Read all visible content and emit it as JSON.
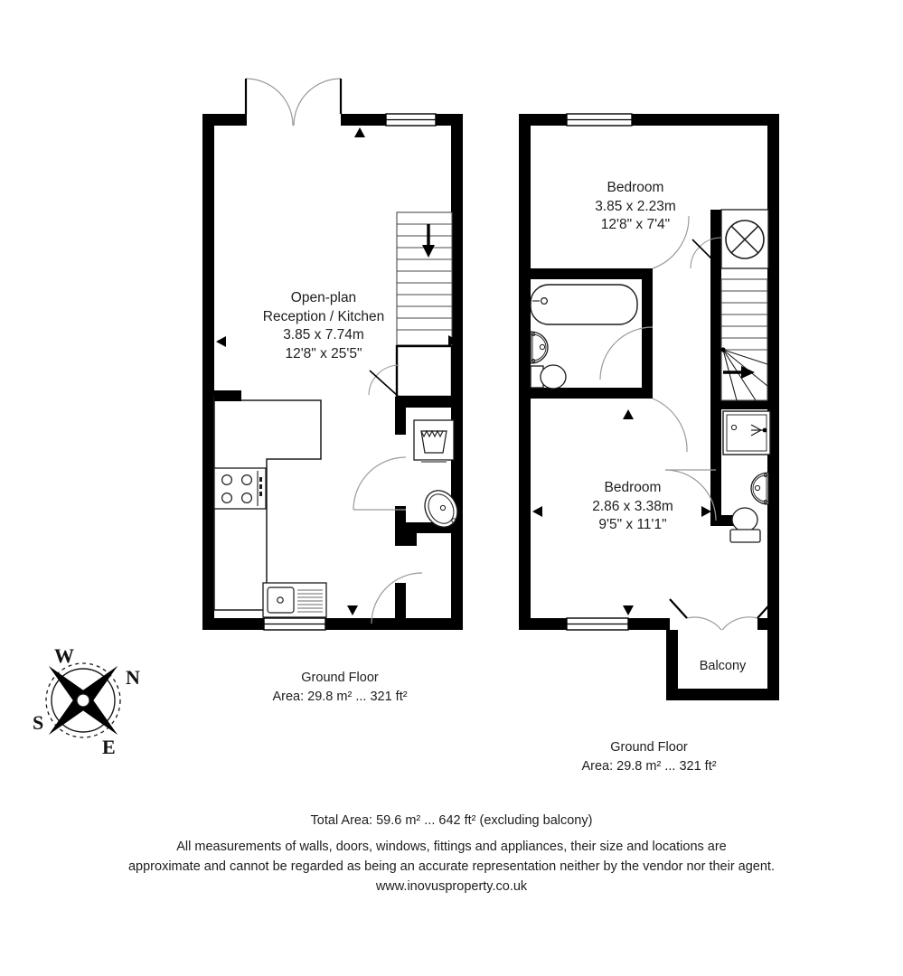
{
  "document": {
    "type": "floor-plan",
    "provider_url": "www.inovusproperty.co.uk"
  },
  "plans": [
    {
      "id": "left-plan",
      "floor_label": "Ground Floor",
      "area_label": "Area: 29.8 m² ... 321 ft²",
      "rooms": [
        {
          "key": "open-plan-reception-kitchen",
          "name": "Open-plan",
          "name2": "Reception / Kitchen",
          "dim_metric": "3.85 x 7.74m",
          "dim_imperial": "12'8\" x 25'5\""
        }
      ],
      "fixtures": [
        "hob",
        "worktop",
        "sink",
        "washing-machine",
        "wc-basin",
        "staircase-down"
      ]
    },
    {
      "id": "right-plan",
      "floor_label": "Ground Floor",
      "area_label": "Area: 29.8 m² ... 321 ft²",
      "rooms": [
        {
          "key": "bedroom-1",
          "name": "Bedroom",
          "dim_metric": "3.85 x 2.23m",
          "dim_imperial": "12'8\" x 7'4\""
        },
        {
          "key": "bedroom-2",
          "name": "Bedroom",
          "dim_metric": "2.86 x 3.38m",
          "dim_imperial": "9'5\" x 11'1\""
        },
        {
          "key": "balcony",
          "name": "Balcony"
        }
      ],
      "fixtures": [
        "bath",
        "basin",
        "wc",
        "shower",
        "ensuite-basin",
        "ensuite-wc",
        "staircase-up",
        "cylinder-cupboard"
      ]
    }
  ],
  "compass": {
    "north": "N",
    "south": "S",
    "east": "E",
    "west": "W"
  },
  "footer": {
    "total_area": "Total Area: 59.6 m² ... 642 ft² (excluding balcony)",
    "disclaimer_line1": "All measurements of walls, doors, windows, fittings and appliances, their size and locations are",
    "disclaimer_line2": "approximate and cannot be regarded as being an accurate representation neither by the vendor nor their agent.",
    "website": "www.inovusproperty.co.uk"
  },
  "colors": {
    "wall": "#000000",
    "background": "#ffffff",
    "text": "#1d1d1d",
    "fixture_stroke": "#3a3a3a",
    "door_arc": "#9a9a9a"
  }
}
